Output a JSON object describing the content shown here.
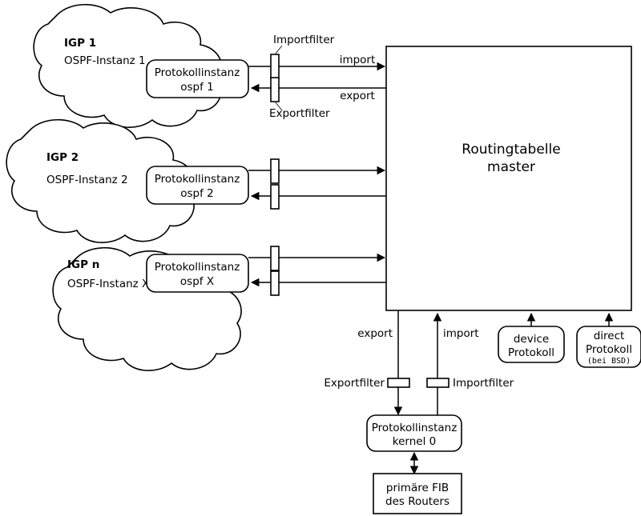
{
  "diagram": {
    "title": "OSPF Routingtabelle master Diagramm",
    "colors": {
      "background": "#ffffff",
      "stroke": "#000000",
      "leader": "#444444"
    },
    "routing_table": {
      "line1": "Routingtabelle",
      "line2": "master"
    },
    "igp_rows": [
      {
        "cloud_title": "IGP 1",
        "cloud_subtitle": "OSPF-Instanz 1",
        "instance_line1": "Protokollinstanz",
        "instance_line2": "ospf 1",
        "import_label": "import",
        "export_label": "export",
        "import_filter_label": "Importfilter",
        "export_filter_label": "Exportfilter"
      },
      {
        "cloud_title": "IGP 2",
        "cloud_subtitle": "OSPF-Instanz 2",
        "instance_line1": "Protokollinstanz",
        "instance_line2": "ospf 2",
        "import_label": "",
        "export_label": "",
        "import_filter_label": "",
        "export_filter_label": ""
      },
      {
        "cloud_title": "IGP n",
        "cloud_subtitle": "OSPF-Instanz X",
        "instance_line1": "Protokollinstanz",
        "instance_line2": "ospf X",
        "import_label": "",
        "export_label": "",
        "import_filter_label": "",
        "export_filter_label": ""
      }
    ],
    "bottom": {
      "export_label": "export",
      "import_label": "import",
      "export_filter_label": "Exportfilter",
      "import_filter_label": "Importfilter",
      "kernel_line1": "Protokollinstanz",
      "kernel_line2": "kernel 0",
      "fib_line1": "primäre FIB",
      "fib_line2": "des Routers"
    },
    "protocols": [
      {
        "line1": "device",
        "line2": "Protokoll",
        "line3": ""
      },
      {
        "line1": "direct",
        "line2": "Protokoll",
        "line3": "(bei BSD)"
      }
    ]
  }
}
